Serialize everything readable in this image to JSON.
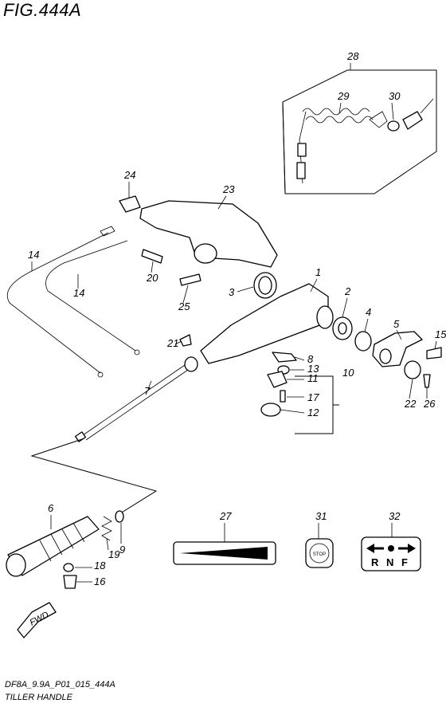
{
  "figure": {
    "title": "FIG.444A",
    "code": "DF8A_9.9A_P01_015_444A",
    "name": "TILLER HANDLE"
  },
  "callouts": [
    "1",
    "2",
    "3",
    "4",
    "5",
    "6",
    "7",
    "8",
    "9",
    "10",
    "11",
    "12",
    "13",
    "14",
    "14",
    "15",
    "16",
    "17",
    "18",
    "19",
    "20",
    "21",
    "22",
    "23",
    "24",
    "25",
    "26",
    "27",
    "28",
    "29",
    "30",
    "31",
    "32"
  ],
  "labels": {
    "fwd": "FWD",
    "stop": "STOP",
    "shift_letters": [
      "R",
      "N",
      "F"
    ]
  }
}
